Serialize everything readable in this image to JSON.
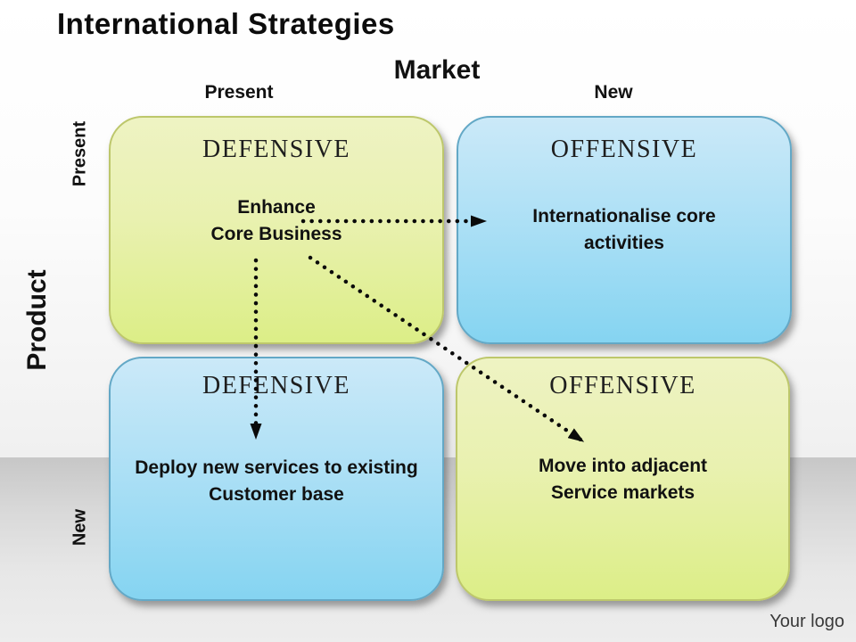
{
  "title": "International Strategies",
  "axes": {
    "market": "Market",
    "product": "Product",
    "market_cols": {
      "present": "Present",
      "new": "New"
    },
    "product_rows": {
      "present": "Present",
      "new": "New"
    }
  },
  "quadrants": {
    "top_left": {
      "header": "DEFENSIVE",
      "line1": "Enhance",
      "line2": "Core Business",
      "scheme": "green"
    },
    "top_right": {
      "header": "OFFENSIVE",
      "line1": "Internationalise core",
      "line2": "activities",
      "scheme": "blue"
    },
    "bottom_left": {
      "header": "DEFENSIVE",
      "line1": "Deploy new services to existing",
      "line2": "Customer base",
      "scheme": "blue"
    },
    "bottom_right": {
      "header": "OFFENSIVE",
      "line1": "Move into adjacent",
      "line2": "Service markets",
      "scheme": "green"
    }
  },
  "arrows": {
    "style": "dotted-black",
    "items": [
      {
        "from": "top_left",
        "to": "top_right",
        "direction": "right"
      },
      {
        "from": "top_left",
        "to": "bottom_left",
        "direction": "down"
      },
      {
        "from": "top_left",
        "to": "bottom_right",
        "direction": "down-right"
      }
    ]
  },
  "footer": {
    "logo": "Your logo"
  },
  "colors": {
    "green_top": "#eef3c3",
    "green_bottom": "#dcee87",
    "green_border": "#bdc76b",
    "blue_top": "#cbe9f8",
    "blue_bottom": "#85d4f1",
    "blue_border": "#63a8c6",
    "text": "#111111",
    "band_gray": "#c7c7c7"
  }
}
